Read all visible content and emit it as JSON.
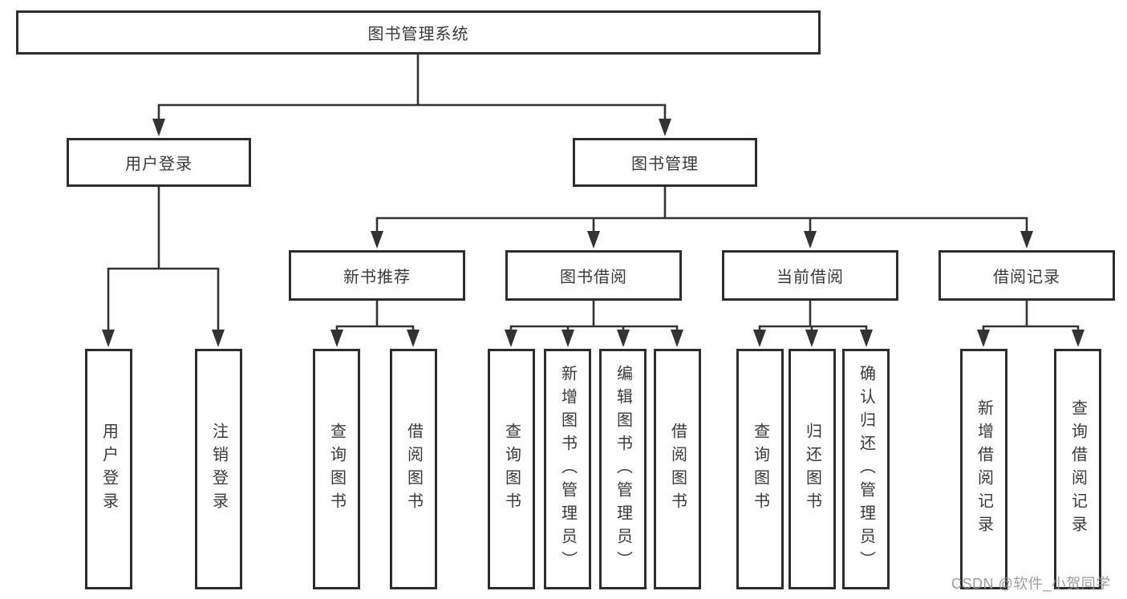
{
  "colors": {
    "line": "#333333",
    "box_border": "#2d2d30",
    "box_fill": "#ffffff",
    "text": "#3a3a3e",
    "watermark": "#969696"
  },
  "tree": {
    "root": {
      "label": "图书管理系统"
    },
    "branches": [
      {
        "label": "用户登录",
        "leaves": [
          {
            "label": "用户登录"
          },
          {
            "label": "注销登录"
          }
        ]
      },
      {
        "label": "图书管理",
        "groups": [
          {
            "label": "新书推荐",
            "leaves": [
              {
                "label": "查询图书"
              },
              {
                "label": "借阅图书"
              }
            ]
          },
          {
            "label": "图书借阅",
            "leaves": [
              {
                "label": "查询图书"
              },
              {
                "label": "新增图书（管理员）"
              },
              {
                "label": "编辑图书（管理员）"
              },
              {
                "label": "借阅图书"
              }
            ]
          },
          {
            "label": "当前借阅",
            "leaves": [
              {
                "label": "查询图书"
              },
              {
                "label": "归还图书"
              },
              {
                "label": "确认归还（管理员）"
              }
            ]
          },
          {
            "label": "借阅记录",
            "leaves": [
              {
                "label": "新增借阅记录"
              },
              {
                "label": "查询借阅记录"
              }
            ]
          }
        ]
      }
    ]
  },
  "watermark": {
    "text": "CSDN @软件_小贺同学"
  }
}
